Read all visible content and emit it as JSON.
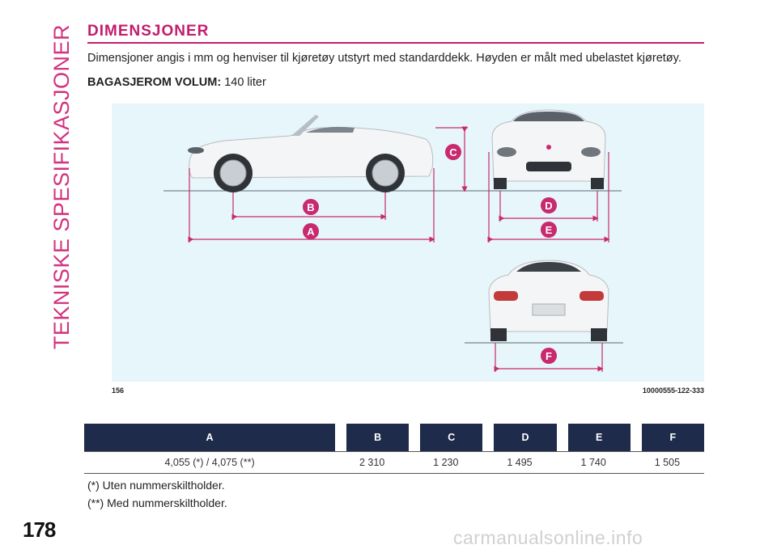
{
  "sidebar": {
    "section_title": "TEKNISKE SPESIFIKASJONER"
  },
  "page_number": "178",
  "heading": "DIMENSJONER",
  "intro": "Dimensjoner angis i mm og henviser til kjøretøy utstyrt med standarddekk. Høyden er målt med ubelastet kjøretøy.",
  "luggage": {
    "label": "BAGASJEROM VOLUM:",
    "value": "140 liter"
  },
  "figure": {
    "number": "156",
    "code": "10000555-122-333",
    "labels": [
      "A",
      "B",
      "C",
      "D",
      "E",
      "F"
    ],
    "colors": {
      "label_badge": "#c8296f",
      "dimension_line": "#c8296f",
      "background": "#e7f6fa",
      "car_body": "#f4f5f7"
    }
  },
  "table": {
    "headers": [
      "A",
      "B",
      "C",
      "D",
      "E",
      "F"
    ],
    "values": [
      "4,055 (*) / 4,075 (**)",
      "2 310",
      "1 230",
      "1 495",
      "1 740",
      "1 505"
    ]
  },
  "notes": [
    "(*) Uten nummerskiltholder.",
    "(**) Med nummerskiltholder."
  ],
  "watermark": "carmanualsonline.info"
}
